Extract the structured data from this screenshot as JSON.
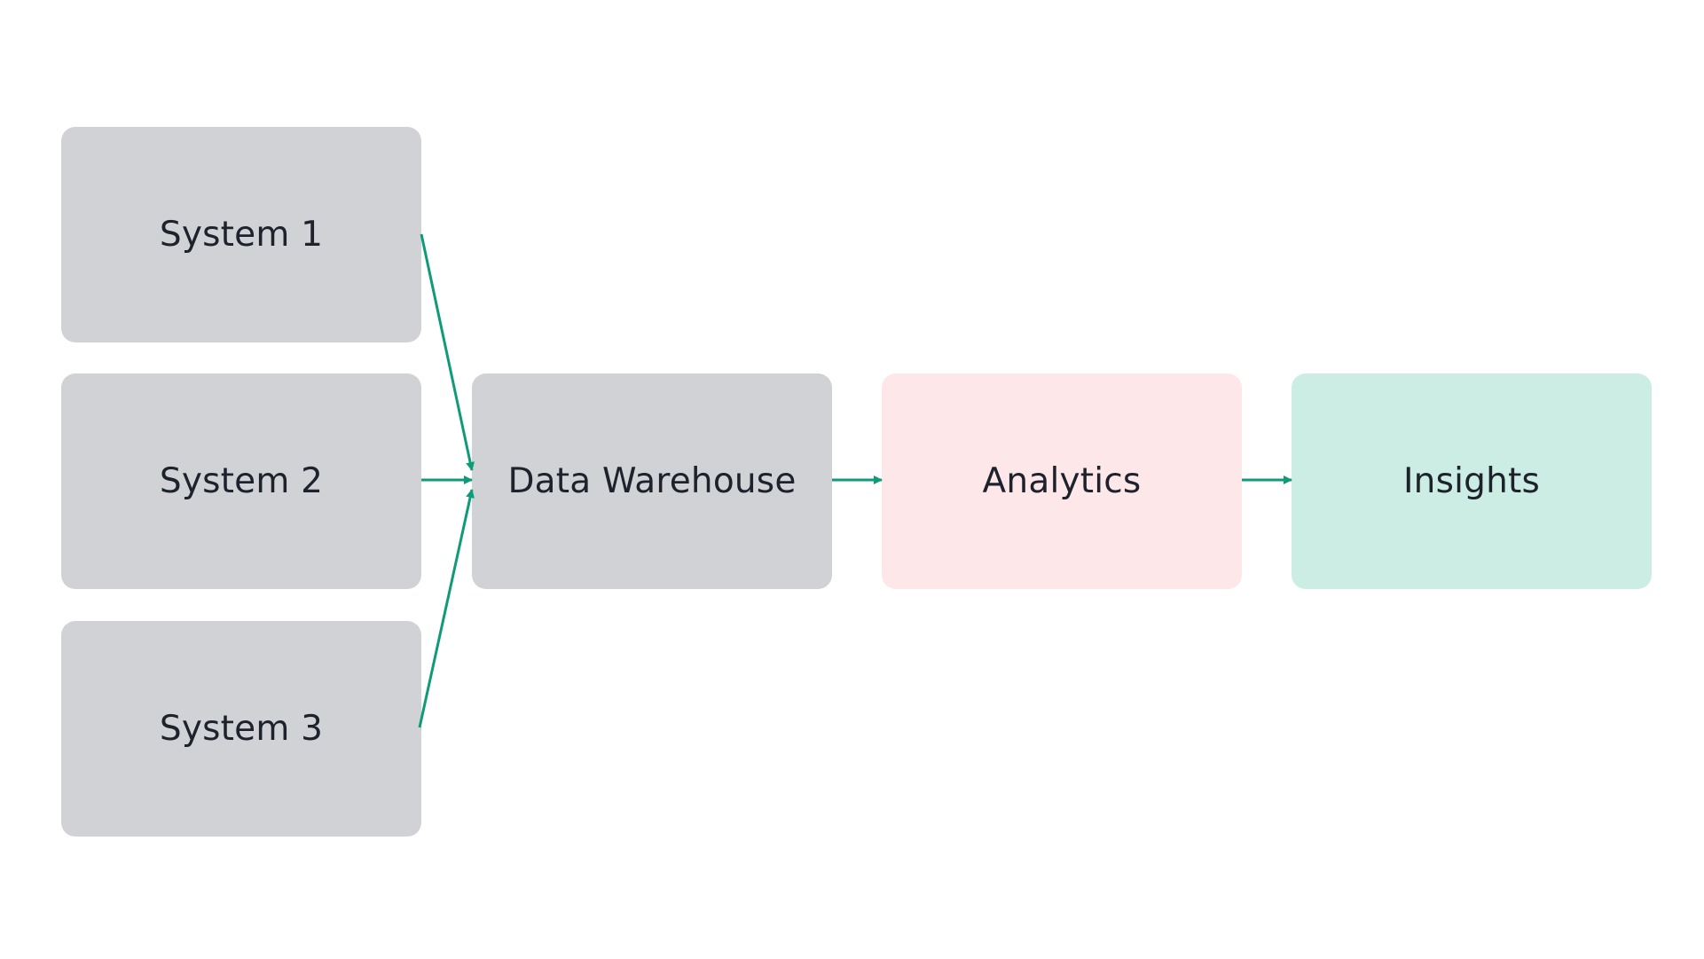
{
  "colors": {
    "source_fill": "#d1d2d5",
    "warehouse_fill": "#d1d2d5",
    "analytics_fill": "#fde7e9",
    "insights_fill": "#cbede3",
    "arrow": "#0f9b7a"
  },
  "nodes": {
    "system1": {
      "label": "System 1"
    },
    "system2": {
      "label": "System 2"
    },
    "system3": {
      "label": "System 3"
    },
    "warehouse": {
      "label": "Data Warehouse"
    },
    "analytics": {
      "label": "Analytics"
    },
    "insights": {
      "label": "Insights"
    }
  },
  "edges": [
    {
      "from": "system1",
      "to": "warehouse"
    },
    {
      "from": "system2",
      "to": "warehouse"
    },
    {
      "from": "system3",
      "to": "warehouse"
    },
    {
      "from": "warehouse",
      "to": "analytics"
    },
    {
      "from": "analytics",
      "to": "insights"
    }
  ]
}
